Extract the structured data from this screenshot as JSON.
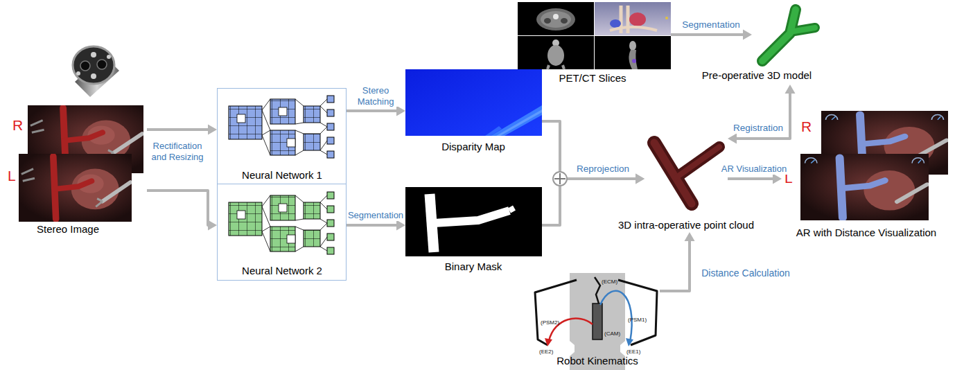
{
  "diagram": {
    "nodes": [
      {
        "text": [
          "Stereo Image"
        ]
      },
      {
        "text": [
          "Neural Network 1"
        ]
      },
      {
        "text": [
          "Neural Network 2"
        ]
      },
      {
        "text": [
          "Disparity Map"
        ]
      },
      {
        "text": [
          "Binary Mask"
        ]
      },
      {
        "text": [
          "PET/CT Slices"
        ]
      },
      {
        "text": [
          "Pre-operative 3D model"
        ]
      },
      {
        "text": [
          "3D intra-operative point cloud"
        ]
      },
      {
        "text": [
          "AR with Distance Visualization"
        ]
      },
      {
        "text": [
          "Robot Kinematics"
        ]
      }
    ],
    "edges": [
      {
        "from": 0,
        "to": 1,
        "arrow": "to",
        "label": "Rectification and Resizing"
      },
      {
        "from": 0,
        "to": 2,
        "arrow": "to"
      },
      {
        "from": 1,
        "to": 3,
        "arrow": "to",
        "label": "Stereo Matching"
      },
      {
        "from": 2,
        "to": 4,
        "arrow": "to",
        "label": "Segmentation"
      },
      {
        "from": 3,
        "to": 7,
        "arrow": "to",
        "label": "Reprojection"
      },
      {
        "from": 4,
        "to": 7,
        "arrow": "to"
      },
      {
        "from": 5,
        "to": 6,
        "arrow": "to",
        "label": "Segmentation"
      },
      {
        "from": 7,
        "to": 6,
        "arrow": "both",
        "label": "Registration"
      },
      {
        "from": 7,
        "to": 8,
        "arrow": "to",
        "label": "AR Visualization"
      },
      {
        "from": 9,
        "to": 7,
        "arrow": "to",
        "label": "Distance Calculation"
      }
    ],
    "labels": [
      "R",
      "L",
      "R",
      "L",
      "(ECM)",
      "(PSM1)",
      "(PSM2)",
      "(EE1)",
      "(EE2)",
      "(CAM)"
    ]
  }
}
